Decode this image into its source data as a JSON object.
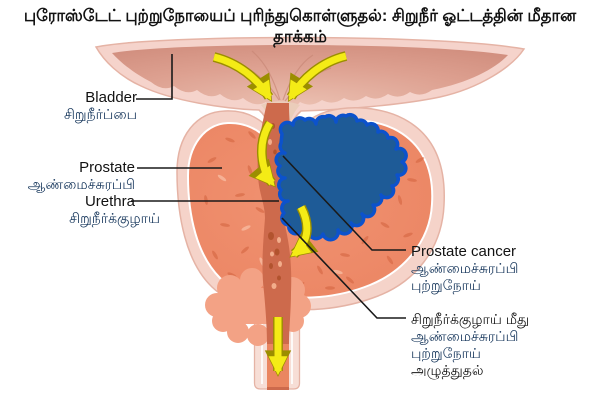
{
  "title": "புரோஸ்டேட் புற்றுநோயைப் புரிந்துகொள்ளுதல்: சிறுநீர் ஓட்டத்தின் மீதான தாக்கம்",
  "labels": {
    "bladder": {
      "en": "Bladder",
      "ta": "சிறுநீர்ப்பை"
    },
    "prostate": {
      "en": "Prostate",
      "ta": "ஆண்மைச்சுரப்பி"
    },
    "urethra": {
      "en": "Urethra",
      "ta": "சிறுநீர்க்குழாய்"
    },
    "prostate_cancer": {
      "en": "Prostate cancer",
      "ta1": "ஆண்மைச்சுரப்பி",
      "ta2": "புற்றுநோய்"
    },
    "cancer_pressing": {
      "line1": "சிறுநீர்க்குழாய் மீது",
      "line2": "ஆண்மைச்சுரப்பி",
      "line3": "புற்றுநோய்",
      "line4": "அழுத்துதல்"
    }
  },
  "colors": {
    "title_text": "#121212",
    "english_text": "#121212",
    "tamil_text": "#17375C",
    "leader_line": "#1a1a1a",
    "cancer_fill": "#1E5B97",
    "cancer_outline": "#0C52CC",
    "flow_arrow": "#F4EB16",
    "flow_arrow_outline": "#9B8E00",
    "bladder_wall": "#F5D3CB",
    "bladder_inner": "#D69283",
    "prostate_rim": "#F5D3C9",
    "prostate_body": "#EE8A68",
    "prostate_texture": "#D05F3A",
    "urethra_channel": "#CD6A4C",
    "sphincter_bulb": "#F3A285",
    "tube_wall": "#F7DED6",
    "tube_core": "#EA8660"
  }
}
